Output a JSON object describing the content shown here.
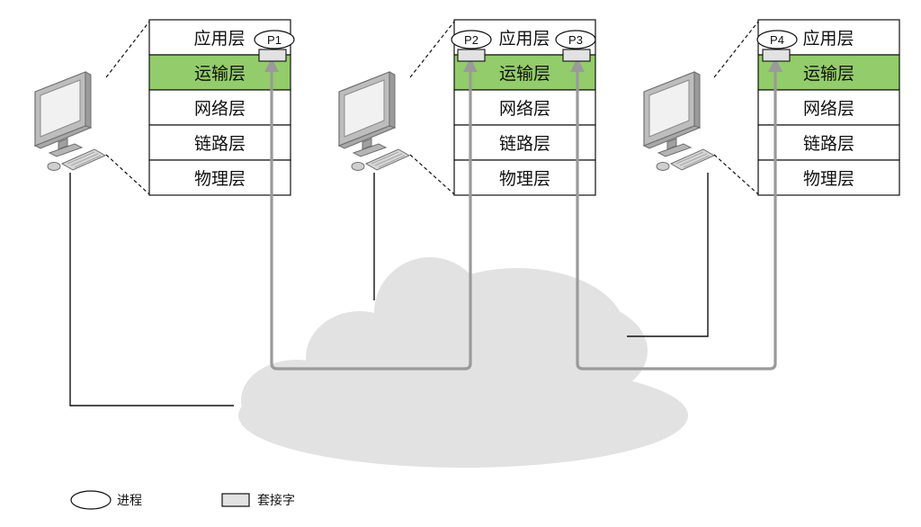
{
  "colors": {
    "transport_fill": "#93cc6a",
    "cloud_fill": "#e2e2e2",
    "socket_fill": "#e2e2e2",
    "path_stroke": "#9a9a9a",
    "line_stroke": "#111111"
  },
  "hosts": [
    {
      "layers": [
        "应用层",
        "运输层",
        "网络层",
        "链路层",
        "物理层"
      ],
      "processes": [
        "P1"
      ]
    },
    {
      "layers": [
        "应用层",
        "运输层",
        "网络层",
        "链路层",
        "物理层"
      ],
      "processes": [
        "P2",
        "P3"
      ]
    },
    {
      "layers": [
        "应用层",
        "运输层",
        "网络层",
        "链路层",
        "物理层"
      ],
      "processes": [
        "P4"
      ]
    }
  ],
  "legend": {
    "process_label": "进程",
    "socket_label": "套接字"
  },
  "icons": [
    "computer-icon",
    "network-cloud",
    "process-ellipse",
    "socket-rect"
  ]
}
